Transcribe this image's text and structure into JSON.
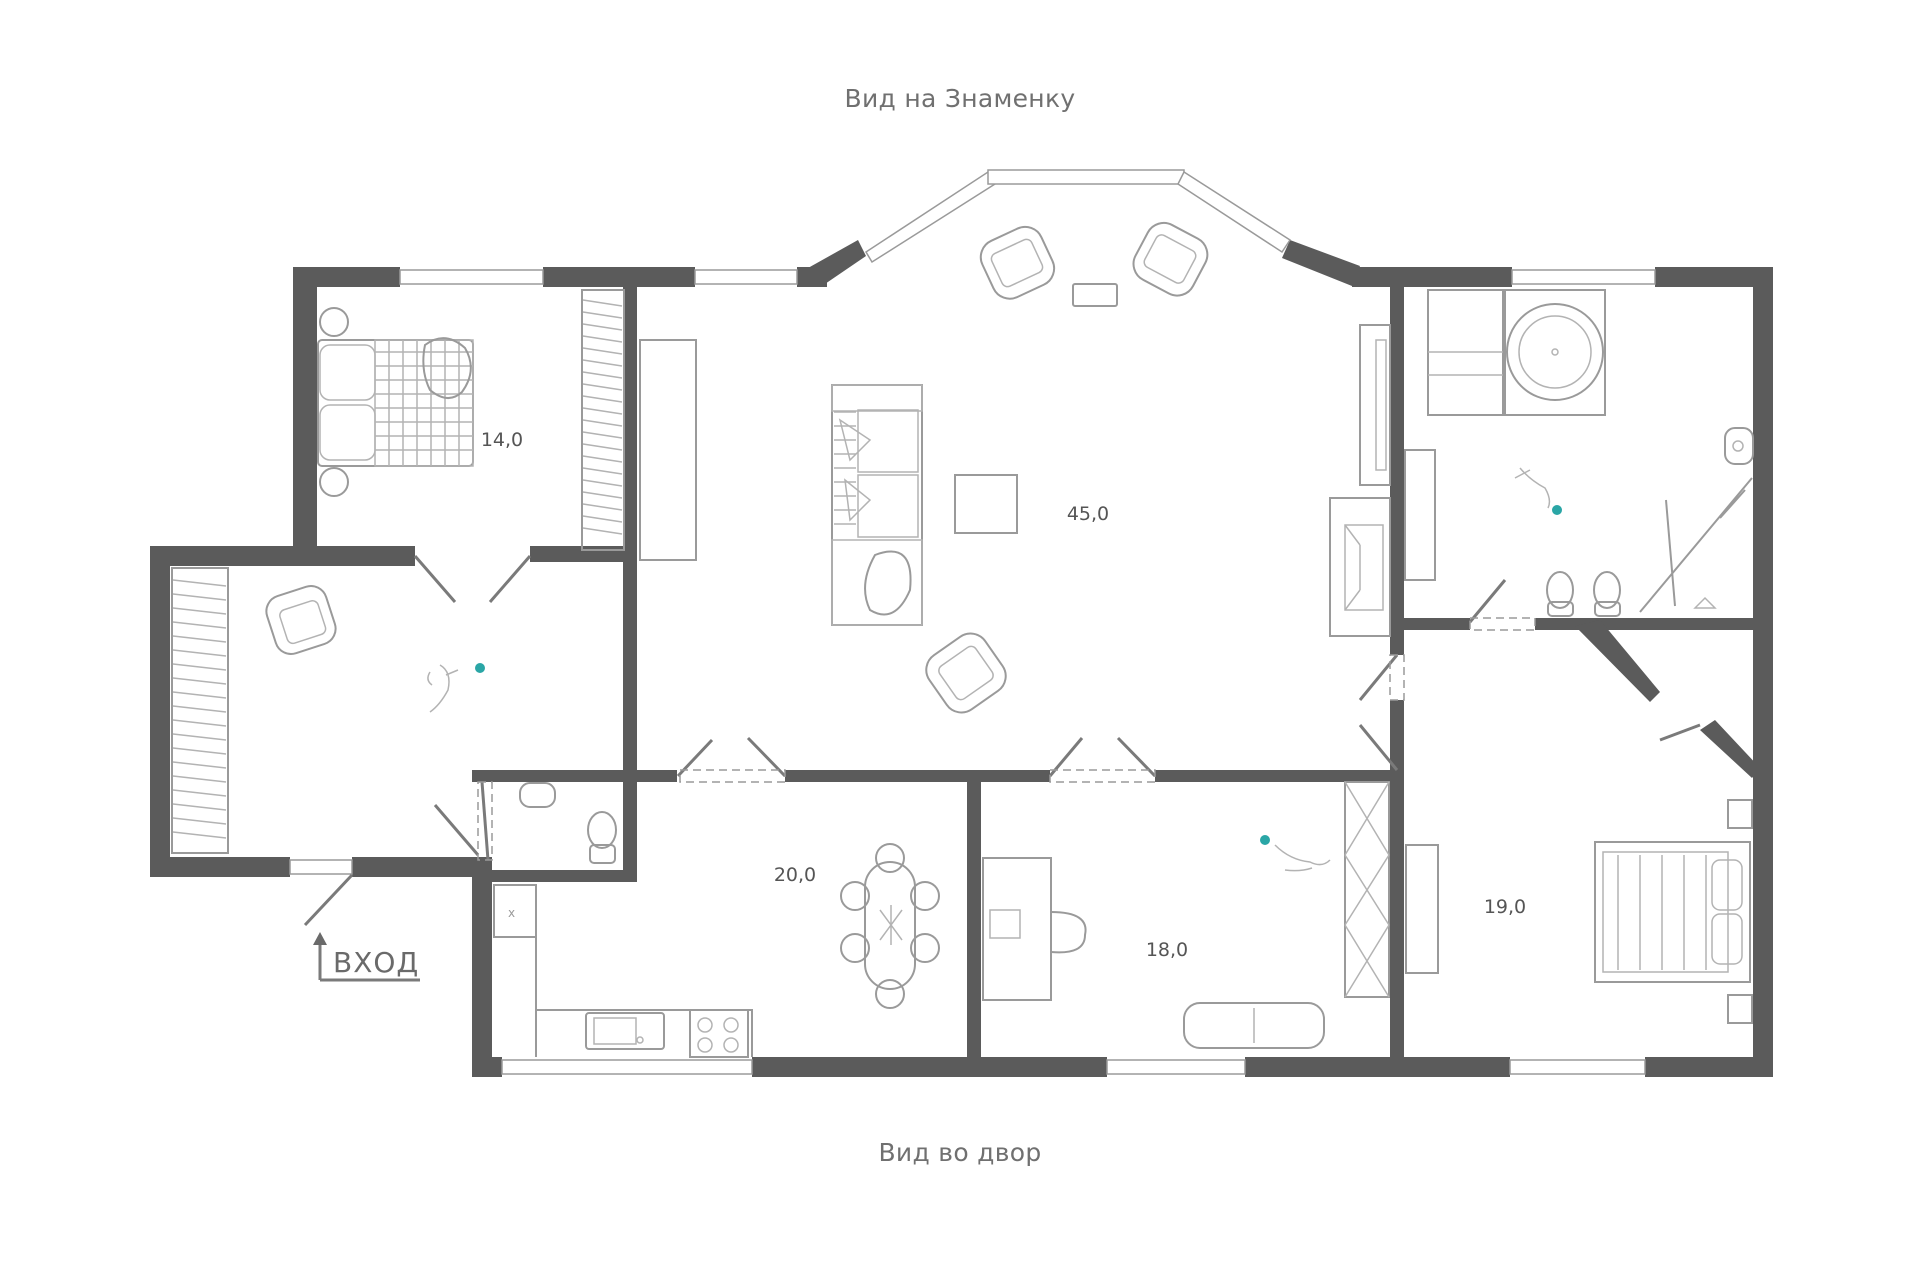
{
  "views": {
    "top": "Вид на Знаменку",
    "bottom": "Вид во двор"
  },
  "entrance": "ВХОД",
  "rooms": [
    {
      "id": "bedroom-small",
      "area": "14,0"
    },
    {
      "id": "living-room",
      "area": "45,0"
    },
    {
      "id": "kitchen",
      "area": "20,0"
    },
    {
      "id": "study",
      "area": "18,0"
    },
    {
      "id": "bedroom-master",
      "area": "19,0"
    }
  ],
  "colors": {
    "wall": "#5b5b5b",
    "furniture": "#9a9a9a",
    "pet_marker": "#2aa6a6",
    "text": "#707070"
  },
  "icons": [
    "bed-icon",
    "armchair-icon",
    "sofa-icon",
    "dining-table-icon",
    "bathtub-icon",
    "toilet-icon",
    "sink-icon",
    "stove-icon",
    "desk-icon",
    "fireplace-icon",
    "wardrobe-icon",
    "cat-icon",
    "arrow-up-icon"
  ]
}
